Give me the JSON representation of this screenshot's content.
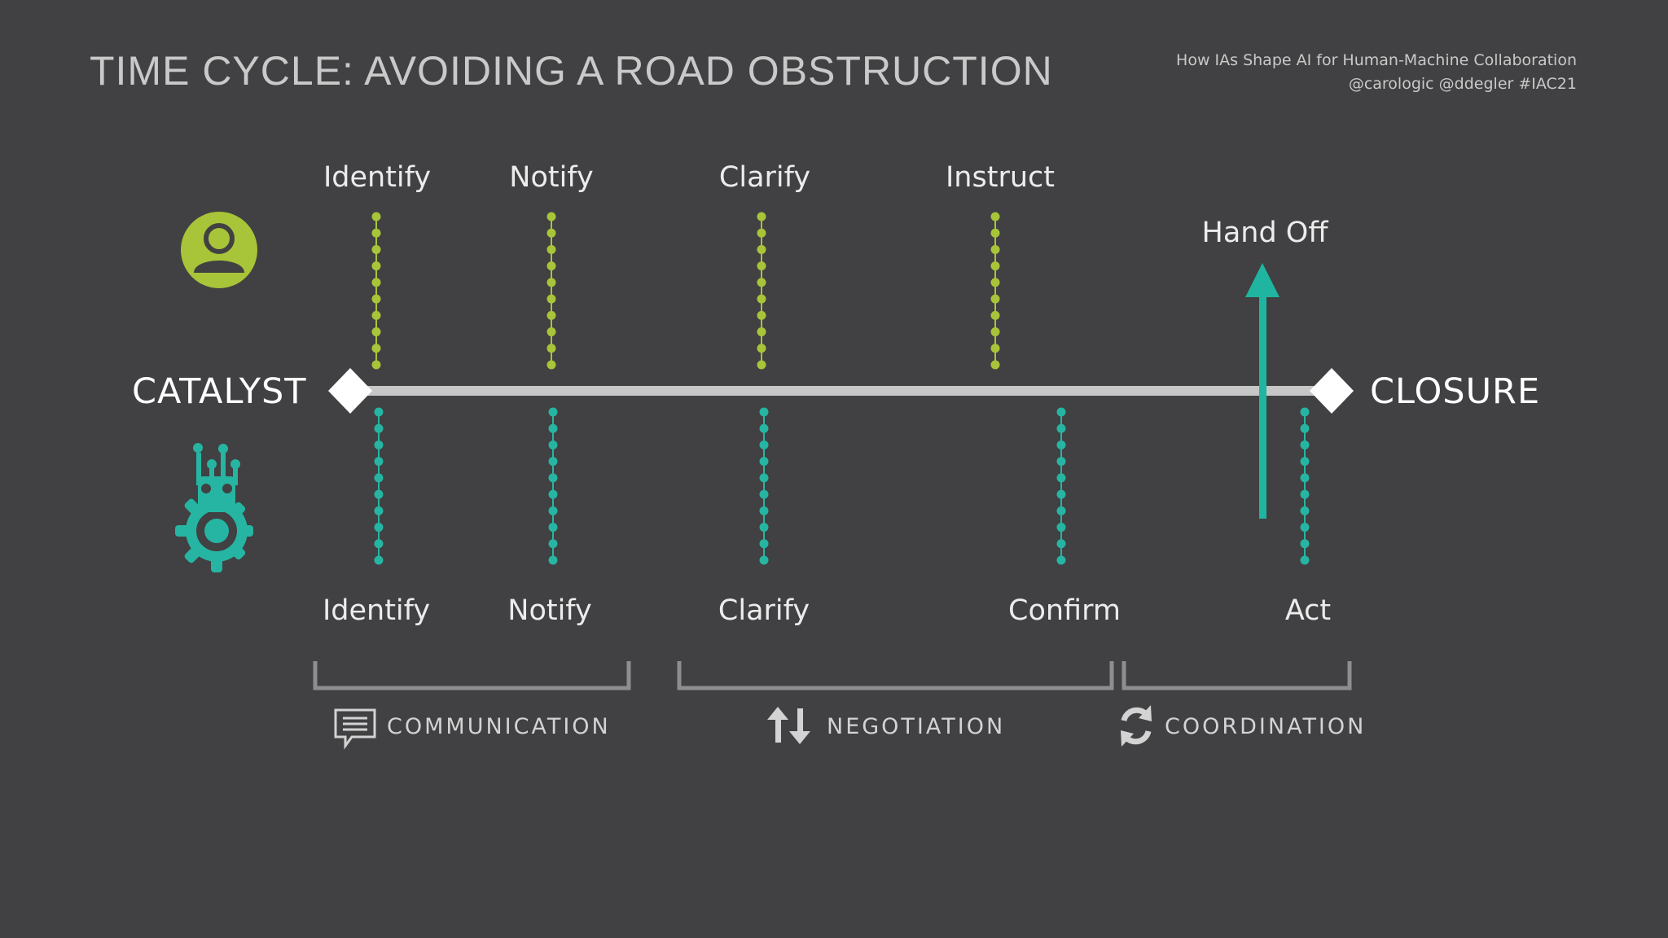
{
  "title": "TIME CYCLE: AVOIDING A ROAD OBSTRUCTION",
  "credit": {
    "line1": "How IAs Shape AI for Human-Machine Collaboration",
    "line2": "@carologic  @ddegler  #IAC21"
  },
  "timeline": {
    "start_label": "CATALYST",
    "end_label": "CLOSURE"
  },
  "human": {
    "icon": "person-icon",
    "color": "#a8c439",
    "steps": [
      {
        "label": "Identify"
      },
      {
        "label": "Notify"
      },
      {
        "label": "Clarify"
      },
      {
        "label": "Instruct"
      }
    ]
  },
  "machine": {
    "icon": "robot-gear-icon",
    "color": "#26b5a2",
    "steps": [
      {
        "label": "Identify"
      },
      {
        "label": "Notify"
      },
      {
        "label": "Clarify"
      },
      {
        "label": "Confirm"
      },
      {
        "label": "Act"
      }
    ]
  },
  "handoff": {
    "label": "Hand Off",
    "color": "#1fb5a0"
  },
  "phases": [
    {
      "label": "COMMUNICATION",
      "icon": "speech-bubble-icon"
    },
    {
      "label": "NEGOTIATION",
      "icon": "up-down-arrows-icon"
    },
    {
      "label": "COORDINATION",
      "icon": "refresh-icon"
    }
  ]
}
